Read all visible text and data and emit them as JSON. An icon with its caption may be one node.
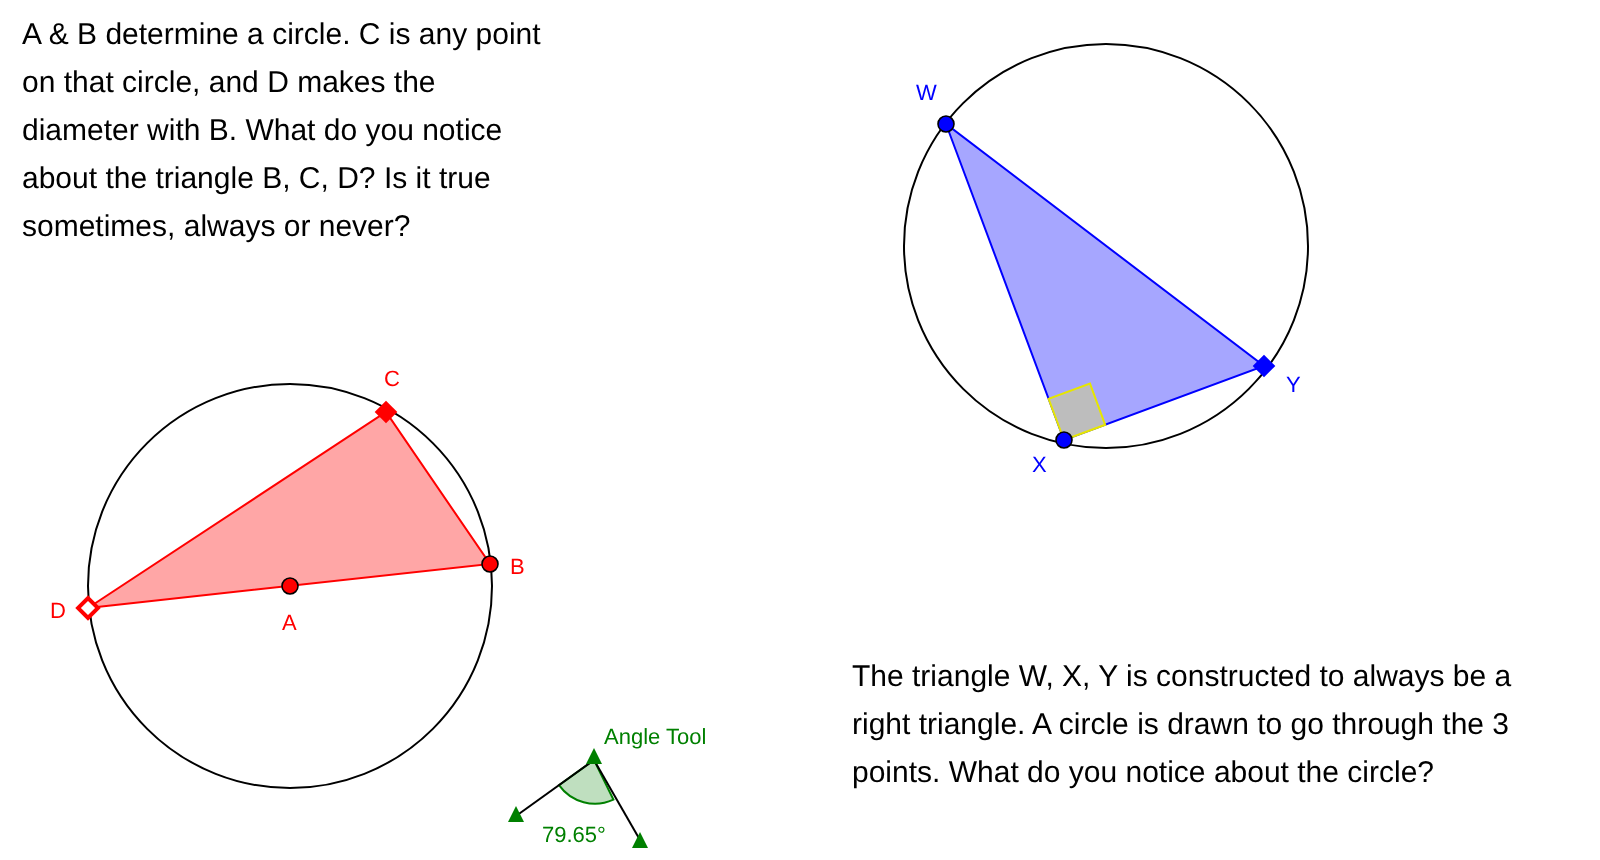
{
  "diagram": {
    "labels": [
      "A & B determine a circle. C is any point on that circle, and D makes the diameter with B. What do you notice about the triangle B, C, D? Is it true sometimes, always or never?",
      "The triangle W, X, Y is constructed to always be a right triangle. A circle is drawn to go through the 3 points. What do you notice about the circle?",
      "C",
      "B",
      "D",
      "A",
      "W",
      "Y",
      "X",
      "Angle Tool",
      "79.65°"
    ]
  }
}
